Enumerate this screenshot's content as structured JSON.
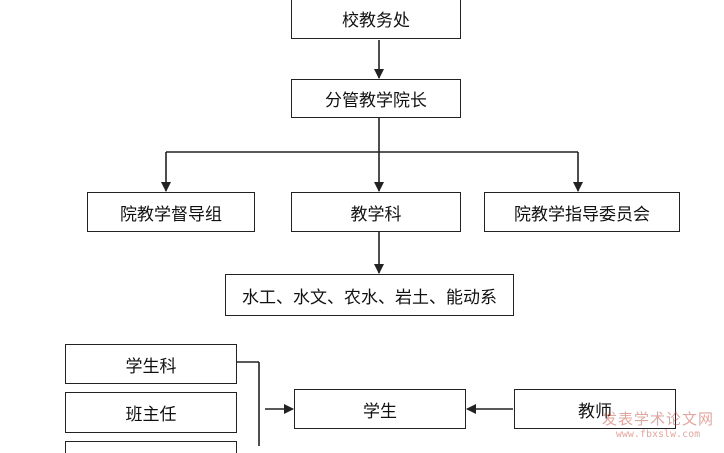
{
  "nodes": {
    "academic_affairs": "校教务处",
    "vice_dean": "分管教学院长",
    "supervision_group": "院教学督导组",
    "teaching_section": "教学科",
    "guidance_committee": "院教学指导委员会",
    "departments": "水工、水文、农水、岩土、能动系",
    "student_section": "学生科",
    "class_teacher": "班主任",
    "student": "学生",
    "teacher": "教师"
  },
  "colors": {
    "line": "#222222",
    "watermark": "#c0392b"
  },
  "watermark": {
    "line1": "发表学术论文网",
    "line2": "www.fbxslw.com"
  }
}
